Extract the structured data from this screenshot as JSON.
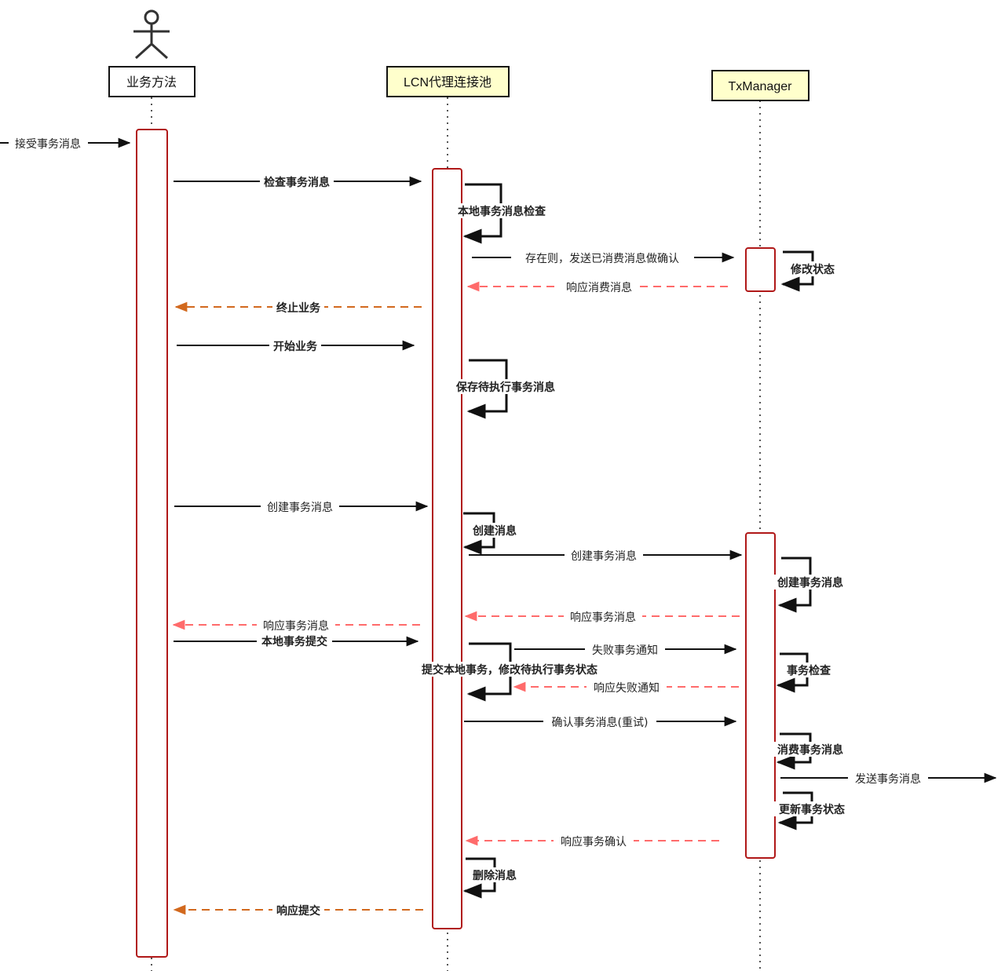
{
  "participants": [
    {
      "id": "biz",
      "label": "业务方法",
      "fill": "#ffffff"
    },
    {
      "id": "lcn",
      "label": "LCN代理连接池",
      "fill": "#ffffcc"
    },
    {
      "id": "tx",
      "label": "TxManager",
      "fill": "#ffffcc"
    }
  ],
  "messages": [
    {
      "id": "m-receive",
      "label": "接受事务消息",
      "style": "solid"
    },
    {
      "id": "m-check",
      "label": "检查事务消息",
      "style": "solid"
    },
    {
      "id": "m-confirm-exist",
      "label": "存在则，发送已消费消息做确认",
      "style": "solid"
    },
    {
      "id": "m-resp-consume",
      "label": "响应消费消息",
      "style": "dashed-pink"
    },
    {
      "id": "m-terminate",
      "label": "终止业务",
      "style": "dashed-orange"
    },
    {
      "id": "m-start",
      "label": "开始业务",
      "style": "solid"
    },
    {
      "id": "m-create-1",
      "label": "创建事务消息",
      "style": "solid"
    },
    {
      "id": "m-create-2",
      "label": "创建事务消息",
      "style": "solid"
    },
    {
      "id": "m-resp-tx-1",
      "label": "响应事务消息",
      "style": "dashed-pink"
    },
    {
      "id": "m-resp-tx-2",
      "label": "响应事务消息",
      "style": "dashed-pink"
    },
    {
      "id": "m-local-commit",
      "label": "本地事务提交",
      "style": "solid"
    },
    {
      "id": "m-fail-notice",
      "label": "失败事务通知",
      "style": "solid"
    },
    {
      "id": "m-resp-fail",
      "label": "响应失败通知",
      "style": "dashed-pink"
    },
    {
      "id": "m-confirm-retry",
      "label": "确认事务消息(重试)",
      "style": "solid"
    },
    {
      "id": "m-send-tx",
      "label": "发送事务消息",
      "style": "solid"
    },
    {
      "id": "m-resp-confirm",
      "label": "响应事务确认",
      "style": "dashed-pink"
    },
    {
      "id": "m-resp-commit",
      "label": "响应提交",
      "style": "dashed-orange"
    }
  ],
  "self_calls": [
    {
      "id": "s-local-check",
      "label": "本地事务消息检查"
    },
    {
      "id": "s-modify-state",
      "label": "修改状态"
    },
    {
      "id": "s-save-pending",
      "label": "保存待执行事务消息"
    },
    {
      "id": "s-create-msg",
      "label": "创建消息"
    },
    {
      "id": "s-create-tx",
      "label": "创建事务消息"
    },
    {
      "id": "s-commit-local",
      "label": "提交本地事务，修改待执行事务状态"
    },
    {
      "id": "s-tx-check",
      "label": "事务检查"
    },
    {
      "id": "s-consume",
      "label": "消费事务消息"
    },
    {
      "id": "s-update-state",
      "label": "更新事务状态"
    },
    {
      "id": "s-delete",
      "label": "删除消息"
    }
  ],
  "colors": {
    "activation_border": "#b01818",
    "solid_line": "#111111",
    "dashed_pink": "#ff6b6b",
    "dashed_orange": "#d2691e",
    "lifeline": "#555555"
  }
}
